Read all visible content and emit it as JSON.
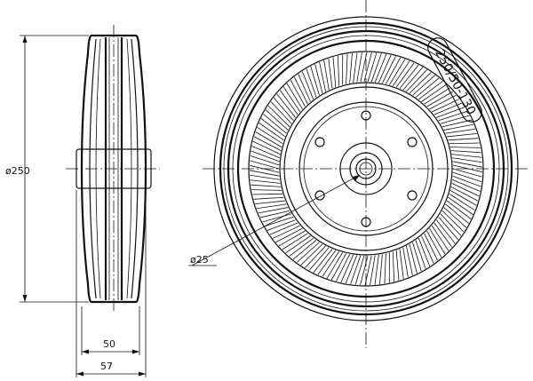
{
  "drawing": {
    "tire_marking": "250/50-130",
    "dimensions": {
      "outer_diameter": "ø250",
      "bore_diameter": "ø25",
      "hub_width": "50",
      "overall_width": "57"
    }
  }
}
